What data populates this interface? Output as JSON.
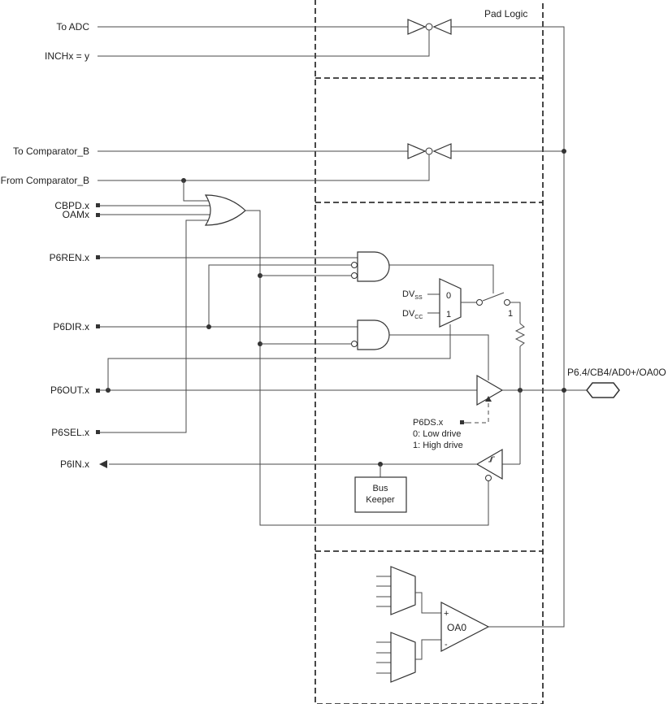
{
  "labels": {
    "pad_logic": "Pad Logic",
    "to_adc": "To ADC",
    "inchx": "INCHx = y",
    "to_comparator": "To Comparator_B",
    "from_comparator": "From Comparator_B",
    "cbpd": "CBPD.x",
    "oamx": "OAMx",
    "p6ren": "P6REN.x",
    "p6dir": "P6DIR.x",
    "p6out": "P6OUT.x",
    "p6sel": "P6SEL.x",
    "p6in": "P6IN.x",
    "p6ds": "P6DS.x",
    "low_drive": "0: Low drive",
    "high_drive": "1: High drive",
    "bus_keeper_1": "Bus",
    "bus_keeper_2": "Keeper",
    "dvss_main": "DV",
    "dvss_sub": "SS",
    "dvcc_main": "DV",
    "dvcc_sub": "CC",
    "mux_0": "0",
    "mux_1": "1",
    "switch_1": "1",
    "pin_name": "P6.4/CB4/AD0+/OA0O",
    "opamp": "OA0",
    "opamp_plus": "+",
    "opamp_minus": "-"
  }
}
